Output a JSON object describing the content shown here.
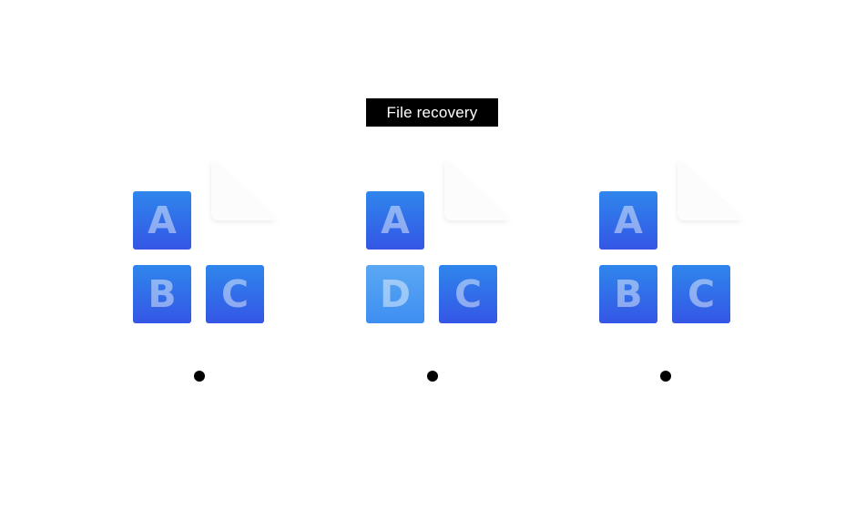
{
  "title": "File recovery",
  "panels": [
    {
      "blocks": [
        {
          "label": "A",
          "state": "normal"
        },
        {
          "label": "B",
          "state": "normal"
        },
        {
          "label": "C",
          "state": "normal"
        }
      ]
    },
    {
      "blocks": [
        {
          "label": "A",
          "state": "normal"
        },
        {
          "label": "D",
          "state": "recovered"
        },
        {
          "label": "C",
          "state": "normal"
        }
      ]
    },
    {
      "blocks": [
        {
          "label": "A",
          "state": "normal"
        },
        {
          "label": "B",
          "state": "normal"
        },
        {
          "label": "C",
          "state": "normal"
        }
      ]
    }
  ],
  "colors": {
    "block_top": "#2f86ec",
    "block_bottom": "#3456e6",
    "recovered_top": "#5aa8f3",
    "recovered_bottom": "#3e8ef1",
    "title_bg": "#000000",
    "dot": "#000000"
  },
  "icons": {
    "ghost": "document-icon",
    "step_marker": "step-dot"
  }
}
